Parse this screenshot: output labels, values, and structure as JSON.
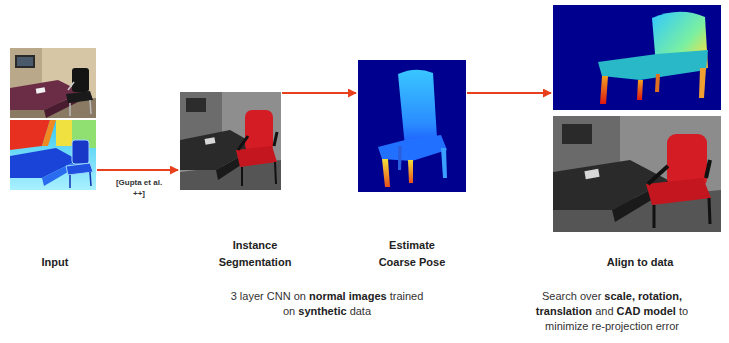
{
  "diagram": {
    "nodes": [
      {
        "text": [
          "Input"
        ]
      },
      {
        "text": [
          "Instance Segmentation"
        ]
      },
      {
        "text": [
          "Estimate Coarse Pose"
        ]
      },
      {
        "text": [
          "Align to data"
        ]
      }
    ],
    "edges": [
      {
        "from": 0,
        "to": 1,
        "arrow": "to",
        "label": "[Gupta et al. ++]"
      },
      {
        "from": 1,
        "to": 2,
        "arrow": "to"
      },
      {
        "from": 2,
        "to": 3,
        "arrow": "to"
      }
    ],
    "labels": [
      "3 layer CNN on normal images trained on synthetic data",
      "Search over scale, rotation, translation and CAD model to minimize re-projection error"
    ]
  }
}
